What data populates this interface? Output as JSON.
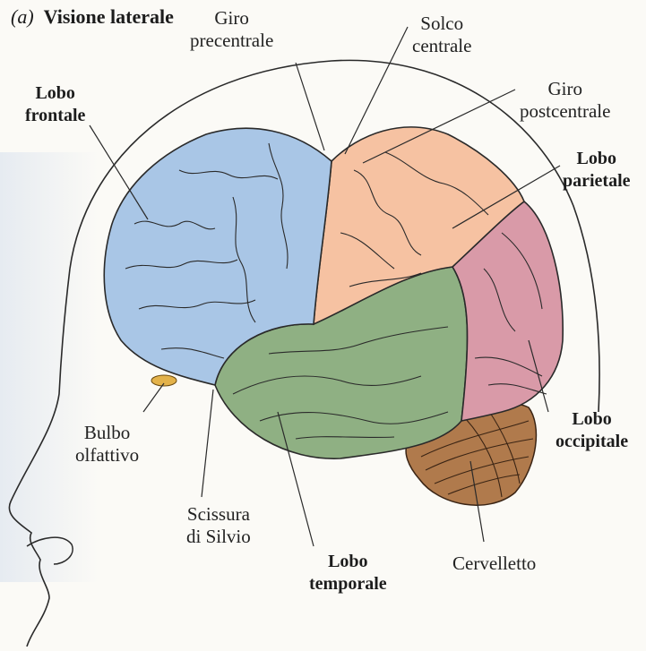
{
  "title": {
    "panel": "(a)",
    "text": "Visione laterale"
  },
  "labels": {
    "lobo_frontale": [
      "Lobo",
      "frontale"
    ],
    "giro_precentrale": [
      "Giro",
      "precentrale"
    ],
    "solco_centrale": [
      "Solco",
      "centrale"
    ],
    "giro_postcentrale": [
      "Giro",
      "postcentrale"
    ],
    "lobo_parietale": [
      "Lobo",
      "parietale"
    ],
    "bulbo_olfattivo": [
      "Bulbo",
      "olfattivo"
    ],
    "lobo_occipitale": [
      "Lobo",
      "occipitale"
    ],
    "scissura_silvio": [
      "Scissura",
      "di Silvio"
    ],
    "lobo_temporale": [
      "Lobo",
      "temporale"
    ],
    "cervelletto": [
      "Cervelletto"
    ]
  },
  "colors": {
    "frontal": "#a9c6e6",
    "parietal": "#f6c2a2",
    "occipital": "#d99aa8",
    "temporal": "#8fb083",
    "cerebellum": "#b07a4c",
    "olfactory": "#e3b24a",
    "outline": "#2a2a2a"
  }
}
